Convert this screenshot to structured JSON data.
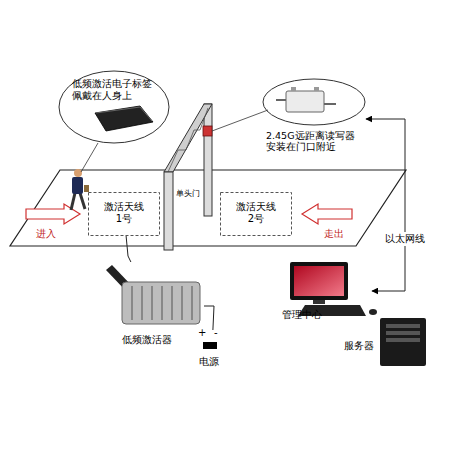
{
  "diagram": {
    "nodes": [
      {
        "text": [
          "低频激活电子标签 佩戴在人身上"
        ]
      },
      {
        "text": [
          "2.45G远距离读写器 安装在门口附近"
        ]
      },
      {
        "text": [
          "进入",
          "走出"
        ]
      },
      {
        "text": [
          "激活天线 1号"
        ],
        "in": 2
      },
      {
        "text": [
          "激活天线 2号"
        ],
        "in": 2
      },
      {
        "text": [
          "低频激活器"
        ]
      },
      {
        "text": [
          "电源"
        ]
      },
      {
        "text": [
          "管理中心"
        ]
      },
      {
        "text": [
          "服务器"
        ]
      }
    ],
    "edges": [
      {
        "from": 1,
        "to": 7,
        "arrow": "both",
        "label": "以太网线"
      },
      {
        "from": 5,
        "to": 3,
        "arrow": "none"
      },
      {
        "from": 5,
        "to": 6,
        "arrow": "none"
      }
    ],
    "labels": [
      "单头门",
      "+",
      "-"
    ]
  }
}
